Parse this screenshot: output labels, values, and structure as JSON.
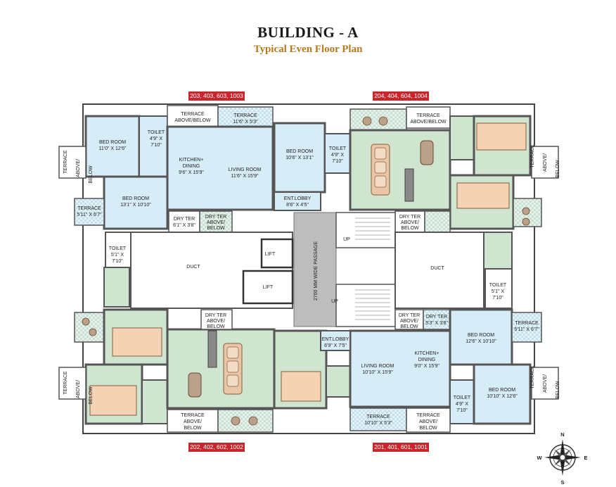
{
  "title": "BUILDING - A",
  "subtitle": "Typical Even Floor Plan",
  "flat_labels": {
    "top_left": "203, 403, 603, 1003",
    "top_right": "204, 404, 604, 1004",
    "bottom_left": "202, 402, 602, 1002",
    "bottom_right": "201, 401, 601, 1001"
  },
  "rooms": {
    "tl_bedroom": [
      "BED ROOM",
      "11'0\" X 12'6\""
    ],
    "tl_toilet": [
      "TOILET",
      "4'9\" X",
      "7'10\""
    ],
    "tl_terrace_top": [
      "TERRACE",
      "ABOVE/BELOW"
    ],
    "tl_terrace_2": [
      "TERRACE",
      "11'6\" X 5'3\""
    ],
    "tl_kitchen": [
      "KITCHEN+",
      "DINING",
      "9'6\" X 15'9\""
    ],
    "tl_living": [
      "LIVING ROOM",
      "11'6\" X 15'9\""
    ],
    "tl_bedroom2": [
      "BED ROOM",
      "13'1\" X 10'10\""
    ],
    "tl_terrace_side": [
      "TERRACE",
      "5'11\" X 6'7\""
    ],
    "tl_terrace_left": [
      "TERRACE",
      "ABOVE/",
      "BELOW"
    ],
    "tl_dry1": [
      "DRY TER",
      "6'1\" X 3'8\""
    ],
    "tl_dry2": [
      "DRY TER",
      "ABOVE/",
      "BELOW"
    ],
    "c_bedroom": [
      "BED ROOM",
      "10'6\" X 13'1\""
    ],
    "c_toilet": [
      "TOILET",
      "4'9\" X",
      "7'10\""
    ],
    "c_entlobby": [
      "ENT.LOBBY",
      "8'6\" X 4'5\""
    ],
    "tr_terrace_top": [
      "TERRACE",
      "ABOVE/BELOW"
    ],
    "tr_terrace_right": [
      "TERRACE",
      "ABOVE/",
      "BELOW"
    ],
    "tr_dry": [
      "DRY TER",
      "ABOVE/",
      "BELOW"
    ],
    "l_toilet": [
      "TOILET",
      "5'1\" X",
      "7'10\""
    ],
    "l_duct": "DUCT",
    "lift1": "LIFT",
    "lift2": "LIFT",
    "passage": "2700 MM WIDE PASSAGE",
    "up1": "UP",
    "up2": "UP",
    "r_duct": "DUCT",
    "r_toilet": [
      "TOILET",
      "5'1\" X",
      "7'10\""
    ],
    "bl_dry": [
      "DRY TER",
      "ABOVE/",
      "BELOW"
    ],
    "bl_terrace_left": [
      "TERRACE",
      "ABOVE/",
      "BELOW"
    ],
    "bl_terrace_bottom": [
      "TERRACE",
      "ABOVE/",
      "BELOW"
    ],
    "bc_entlobby": [
      "ENT.LOBBY",
      "6'9\" X 7'5\""
    ],
    "br_dry1": [
      "DRY TER",
      "ABOVE/",
      "BELOW"
    ],
    "br_dry2": [
      "DRY TER",
      "5'3\" X 3'8\""
    ],
    "br_bedroom": [
      "BED ROOM",
      "12'6\" X 10'10\""
    ],
    "br_terrace_side": [
      "TERRACE",
      "5'11\" X 6'7\""
    ],
    "br_living": [
      "LIVING ROOM",
      "10'10\" X 15'9\""
    ],
    "br_kitchen": [
      "KITCHEN+",
      "DINING",
      "9'0\" X 15'9\""
    ],
    "br_toilet": [
      "TOILET",
      "4'9\" X",
      "7'10\""
    ],
    "br_bedroom2": [
      "BED ROOM",
      "10'10\" X 12'6\""
    ],
    "br_terrace_right": [
      "TERRACE",
      "ABOVE/",
      "BELOW"
    ],
    "br_terrace_bottom1": [
      "TERRACE",
      "10'10\" X 5'3\""
    ],
    "br_terrace_bottom2": [
      "TERRACE",
      "ABOVE/",
      "BELOW"
    ]
  },
  "compass": {
    "n": "N",
    "s": "S",
    "e": "E",
    "w": "W"
  },
  "colors": {
    "blue": "#d6ecf7",
    "green": "#cfe5cf",
    "wall": "#555555",
    "label_red": "#c8262c",
    "gold": "#b5791e"
  }
}
